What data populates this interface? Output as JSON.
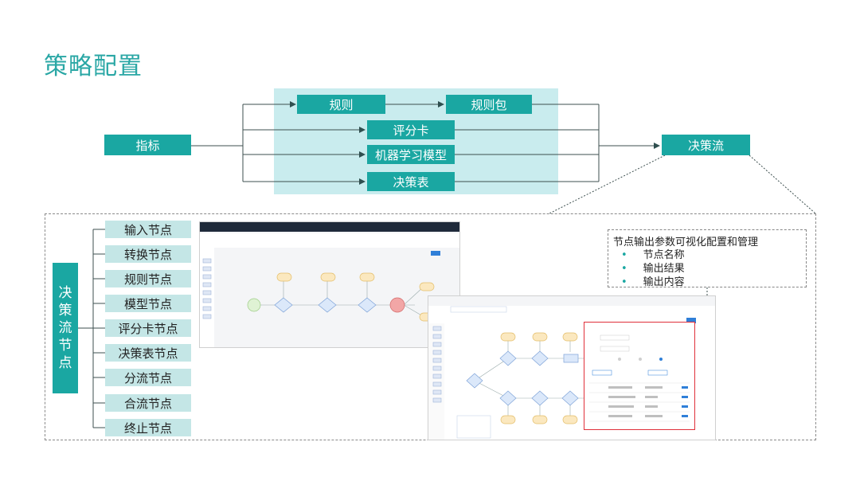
{
  "title": "策略配置",
  "flow": {
    "source": "指标",
    "rule": "规则",
    "rule_pack": "规则包",
    "scorecard": "评分卡",
    "ml_model": "机器学习模型",
    "decision_table": "决策表",
    "target": "决策流"
  },
  "decision_nodes": {
    "label_chars": [
      "决",
      "策",
      "流",
      "节",
      "点"
    ],
    "items": [
      "输入节点",
      "转换节点",
      "规则节点",
      "模型节点",
      "评分卡节点",
      "决策表节点",
      "分流节点",
      "合流节点",
      "终止节点"
    ]
  },
  "note": {
    "heading": "节点输出参数可视化配置和管理",
    "bullets": [
      "节点名称",
      "输出结果",
      "输出内容"
    ],
    "bullet_symbol": "•"
  },
  "colors": {
    "accent": "#1aa7a2",
    "band": "#c9ecee",
    "node_bg": "#c4e6e6",
    "highlight": "#e0303a"
  }
}
